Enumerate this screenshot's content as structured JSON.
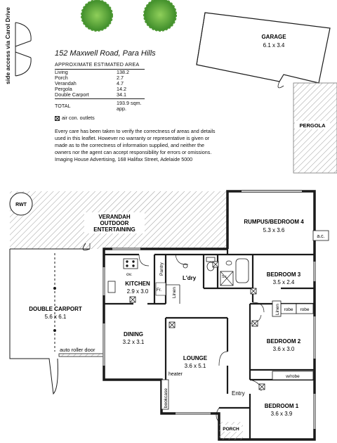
{
  "property": {
    "address": "152 Maxwell Road, Para Hills",
    "area_title": "APPROXIMATE ESTIMATED AREA",
    "areas": [
      {
        "label": "Living",
        "value": "138.2"
      },
      {
        "label": "Porch",
        "value": "2.7"
      },
      {
        "label": "Verandah",
        "value": "4.7"
      },
      {
        "label": "Pergola",
        "value": "14.2"
      },
      {
        "label": "Double Carport",
        "value": "34.1"
      }
    ],
    "total_label": "TOTAL",
    "total_value": "193.9 sqm. app.",
    "legend_label": "air con. outlets",
    "disclaimer": "Every care has been taken to verify the correctness of areas and details used in this leaflet.  However no warranty or representative is given or made as to the correctness of information supplied, and neither the owners nor the agent can accept responsibility for errors or omissions.",
    "imprint": "Imaging House Advertising, 168 Halifax Street, Adelaide 5000"
  },
  "site": {
    "side_access": "side access via Carol Drive",
    "garage_name": "GARAGE",
    "garage_size": "6.1 x 3.4",
    "pergola": "PERGOLA",
    "rwt": "RWT",
    "ac_tag": "a.c."
  },
  "rooms": {
    "verandah": [
      "VERANDAH",
      "OUTDOOR",
      "ENTERTAINING"
    ],
    "rumpus_name": "RUMPUS/BEDROOM 4",
    "rumpus_size": "5.3 x 3.6",
    "kitchen_name": "KITCHEN",
    "kitchen_size": "2.9 x 3.0",
    "pantry": "Pantry",
    "ldry": "L'dry",
    "linen": "Linen",
    "fr": "Fr.",
    "ov": "ov.",
    "si": "S.i.",
    "bed3_name": "BEDROOM 3",
    "bed3_size": "3.5 x 2.4",
    "robe": "robe",
    "bed2_name": "BEDROOM 2",
    "bed2_size": "3.6 x 3.0",
    "wrobe": "w/robe",
    "bed1_name": "BEDROOM 1",
    "bed1_size": "3.6 x 3.9",
    "dining_name": "DINING",
    "dining_size": "3.2 x 3.1",
    "lounge_name": "LOUNGE",
    "lounge_size": "3.6 x 5.1",
    "heater": "heater",
    "bookcase": "bookcase",
    "entry": "Entry",
    "porch": "PORCH",
    "carport_name": "DOUBLE CARPORT",
    "carport_size": "5.6 x 6.1",
    "roller_door": "auto roller door"
  },
  "colors": {
    "tree": "#5fa83a",
    "wall": "#1a1a1a",
    "hatch": "#9a9a9a"
  }
}
